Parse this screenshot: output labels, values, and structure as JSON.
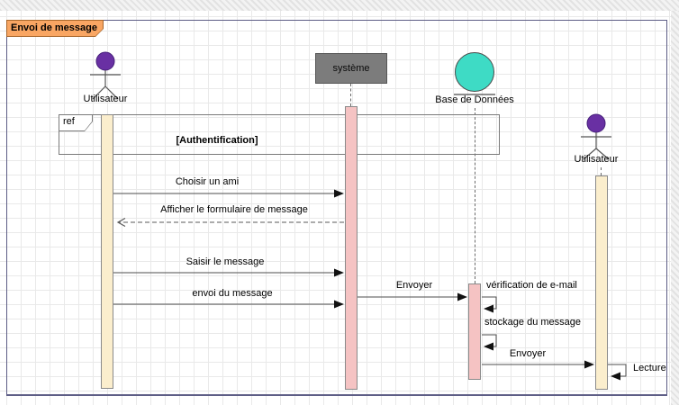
{
  "frame": {
    "label": "Envoi de message"
  },
  "ref_fragment": {
    "keyword": "ref",
    "label": "[Authentification]"
  },
  "lifelines": [
    {
      "name": "Utilisateur",
      "kind": "actor"
    },
    {
      "name": "système",
      "kind": "system-box"
    },
    {
      "name": "Base de Données",
      "kind": "entity"
    },
    {
      "name": "Utilisateur",
      "kind": "actor"
    }
  ],
  "messages": [
    {
      "label": "Choisir un ami",
      "type": "sync"
    },
    {
      "label": "Afficher le formulaire de message",
      "type": "return"
    },
    {
      "label": "Saisir le message",
      "type": "sync"
    },
    {
      "label": "envoi du message",
      "type": "sync"
    },
    {
      "label": "Envoyer",
      "type": "sync"
    },
    {
      "label": "vérification de e-mail",
      "type": "self"
    },
    {
      "label": "stockage du message",
      "type": "self"
    },
    {
      "label": "Envoyer",
      "type": "sync"
    },
    {
      "label": "Lecture",
      "type": "self"
    }
  ],
  "colors": {
    "frame_tab_fill": "#f9a663",
    "frame_tab_border": "#a8662a",
    "frame_border": "#5e5e86",
    "actor_head": "#6930a3",
    "entity_fill": "#3edbc5",
    "system_box_fill": "#7c7c7c",
    "activation_actor_fill": "#fbeecd",
    "activation_object_fill": "#f5c3c3",
    "message_line": "#4d4d4d",
    "grid_line": "#e9e9e9"
  }
}
